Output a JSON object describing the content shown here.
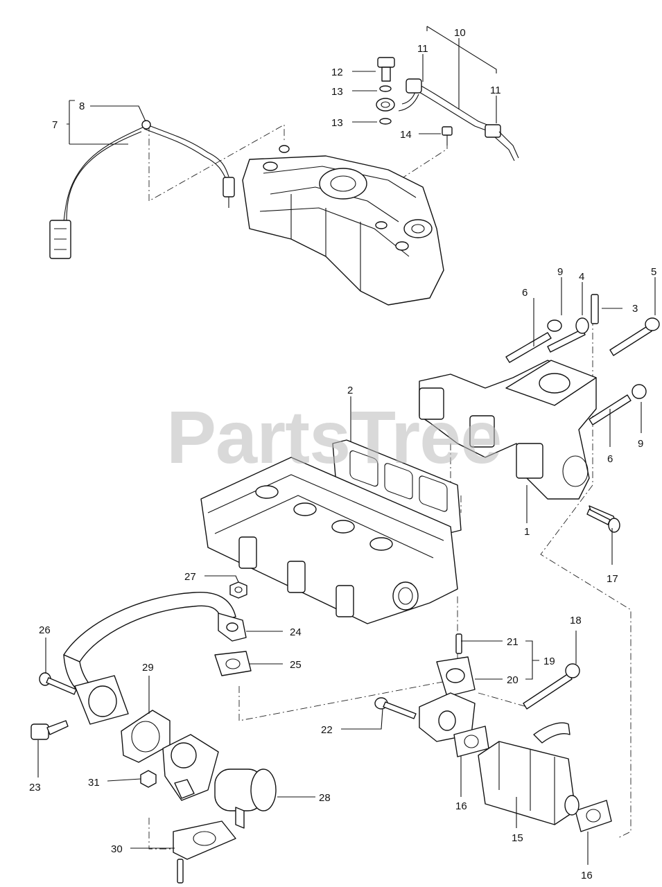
{
  "watermark": "PartsTree",
  "callouts": [
    {
      "id": "c1",
      "label": "1"
    },
    {
      "id": "c2",
      "label": "2"
    },
    {
      "id": "c3",
      "label": "3"
    },
    {
      "id": "c4",
      "label": "4"
    },
    {
      "id": "c5",
      "label": "5"
    },
    {
      "id": "c6a",
      "label": "6"
    },
    {
      "id": "c6b",
      "label": "6"
    },
    {
      "id": "c7",
      "label": "7"
    },
    {
      "id": "c8",
      "label": "8"
    },
    {
      "id": "c9a",
      "label": "9"
    },
    {
      "id": "c9b",
      "label": "9"
    },
    {
      "id": "c10",
      "label": "10"
    },
    {
      "id": "c11a",
      "label": "11"
    },
    {
      "id": "c11b",
      "label": "11"
    },
    {
      "id": "c12",
      "label": "12"
    },
    {
      "id": "c13a",
      "label": "13"
    },
    {
      "id": "c13b",
      "label": "13"
    },
    {
      "id": "c14",
      "label": "14"
    },
    {
      "id": "c15",
      "label": "15"
    },
    {
      "id": "c16a",
      "label": "16"
    },
    {
      "id": "c16b",
      "label": "16"
    },
    {
      "id": "c17",
      "label": "17"
    },
    {
      "id": "c18",
      "label": "18"
    },
    {
      "id": "c19",
      "label": "19"
    },
    {
      "id": "c20",
      "label": "20"
    },
    {
      "id": "c21",
      "label": "21"
    },
    {
      "id": "c22",
      "label": "22"
    },
    {
      "id": "c23",
      "label": "23"
    },
    {
      "id": "c24",
      "label": "24"
    },
    {
      "id": "c25",
      "label": "25"
    },
    {
      "id": "c26",
      "label": "26"
    },
    {
      "id": "c27",
      "label": "27"
    },
    {
      "id": "c28",
      "label": "28"
    },
    {
      "id": "c29",
      "label": "29"
    },
    {
      "id": "c30",
      "label": "30"
    },
    {
      "id": "c31",
      "label": "31"
    }
  ]
}
